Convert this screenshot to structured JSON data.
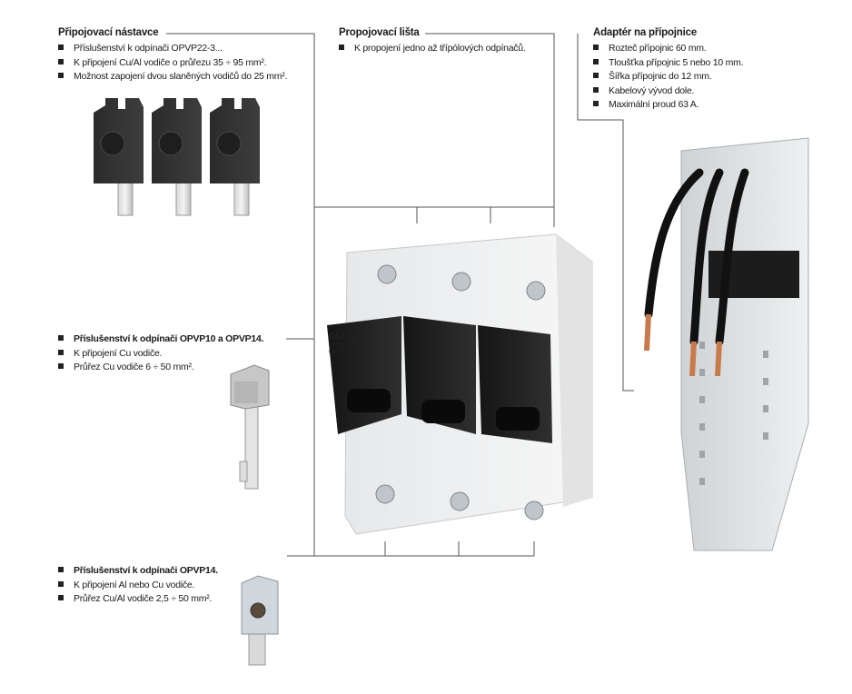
{
  "sections": {
    "pripojovaci": {
      "title": "Připojovací nástavce",
      "items": [
        "Příslušenství k odpínači OPVP22-3...",
        "K připojení Cu/Al vodiče o průřezu 35 ÷ 95 mm².",
        "Možnost zapojení dvou slaněných vodičů do 25 mm²."
      ]
    },
    "propojovaci": {
      "title": "Propojovací lišta",
      "items": [
        "K propojení jedno až třípólových odpínačů."
      ]
    },
    "adapter": {
      "title": "Adaptér na přípojnice",
      "items": [
        "Rozteč přípojnic 60 mm.",
        "Tloušťka přípojnic 5 nebo 10 mm.",
        "Šířka přípojnic do 12 mm.",
        "Kabelový vývod dole.",
        "Maximální proud 63 A."
      ]
    },
    "opvp10": {
      "items": [
        "Příslušenství k odpínači OPVP10 a OPVP14.",
        "K připojení Cu vodiče.",
        "Průřez Cu vodiče 6 ÷ 50 mm²."
      ]
    },
    "opvp14": {
      "items": [
        "Příslušenství k odpínači OPVP14.",
        "K připojení Al nebo Cu vodiče.",
        "Průřez Cu/Al vodiče 2,5 ÷ 50 mm²."
      ]
    }
  },
  "device_label": {
    "brand": "OEZ",
    "series": "Varius",
    "model": "OPVP14-3",
    "current": "63A"
  }
}
